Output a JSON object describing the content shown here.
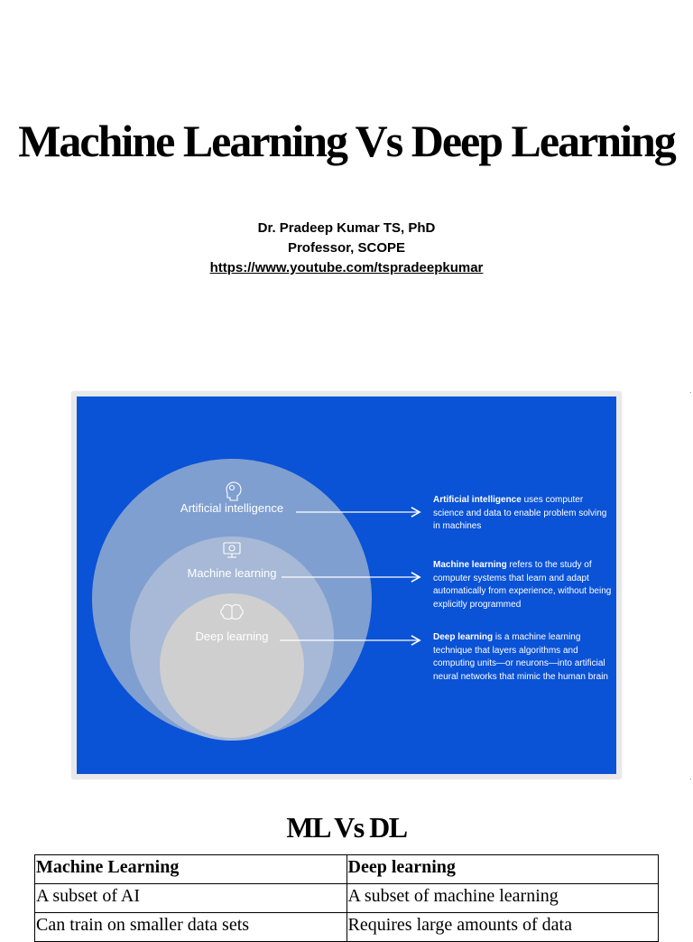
{
  "title": "Machine Learning Vs Deep Learning",
  "author": {
    "name": "Dr. Pradeep Kumar TS, PhD",
    "role": "Professor, SCOPE",
    "link": "https://www.youtube.com/tspradeepkumar"
  },
  "figure": {
    "colors": {
      "background": "#0a52d6",
      "outer": "#7f9fd0",
      "middle": "#a7b9d6",
      "inner": "#cfcfcf"
    },
    "circles": [
      {
        "label": "Artificial intelligence",
        "icon": "ai-head-icon"
      },
      {
        "label": "Machine learning",
        "icon": "monitor-gear-icon"
      },
      {
        "label": "Deep learning",
        "icon": "brain-icon"
      }
    ],
    "descriptions": [
      {
        "term": "Artificial intelligence",
        "text": " uses computer science and data to enable problem solving in machines"
      },
      {
        "term": "Machine learning",
        "text": " refers to the study of computer systems that learn and adapt automatically from experience, without being explicitly programmed"
      },
      {
        "term": "Deep learning",
        "text": " is a machine learning technique that layers algorithms and computing units—or neurons—into artificial neural networks that mimic the human brain"
      }
    ]
  },
  "comparison": {
    "heading": "ML Vs DL",
    "headers": [
      "Machine Learning",
      "Deep learning"
    ],
    "rows": [
      [
        "A subset of AI",
        "A subset of machine learning"
      ],
      [
        "Can train on smaller data sets",
        "Requires large amounts of data"
      ]
    ]
  }
}
